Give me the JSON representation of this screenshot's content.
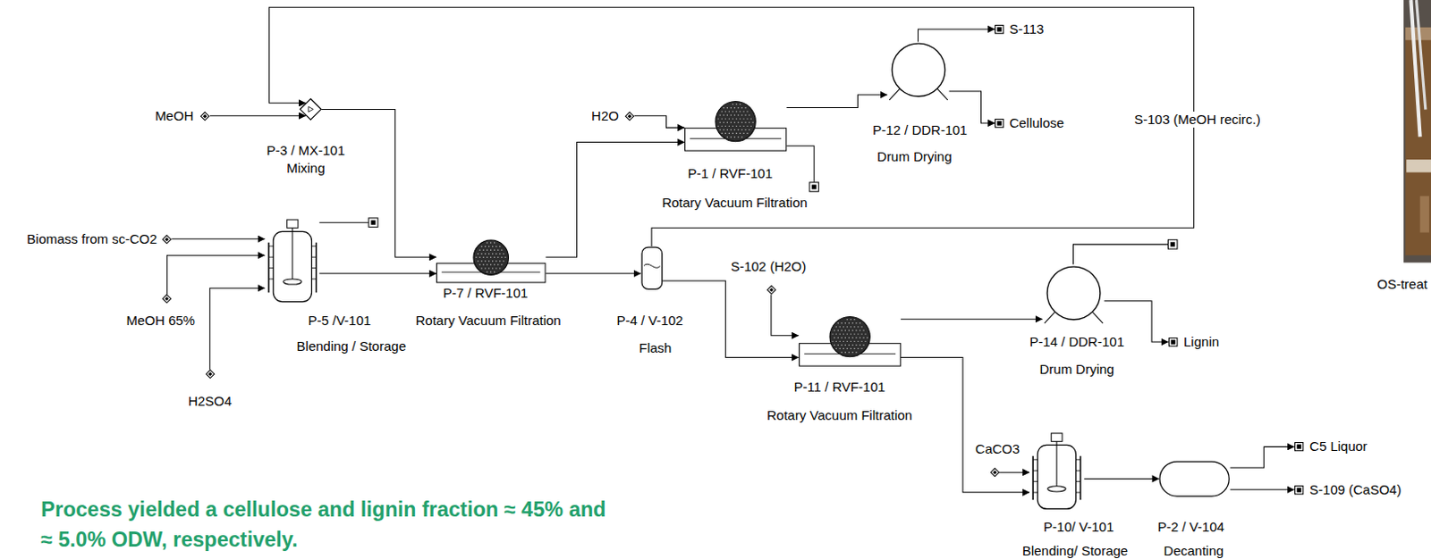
{
  "diagram": {
    "nodes": [
      {
        "text": [
          "MeOH"
        ]
      },
      {
        "text": [
          "P-3 / MX-101",
          "Mixing"
        ]
      },
      {
        "text": [
          "Biomass from sc-CO2"
        ]
      },
      {
        "text": [
          "MeOH 65%"
        ]
      },
      {
        "text": [
          "H2SO4"
        ]
      },
      {
        "text": [
          "P-5 /V-101",
          "Blending / Storage"
        ]
      },
      {
        "text": [
          "P-7 / RVF-101",
          "Rotary Vacuum Filtration"
        ]
      },
      {
        "text": [
          "H2O"
        ]
      },
      {
        "text": [
          "P-1 / RVF-101",
          "Rotary Vacuum Filtration"
        ]
      },
      {
        "text": [
          "P-12 / DDR-101",
          "Drum Drying"
        ]
      },
      {
        "text": [
          "S-113"
        ]
      },
      {
        "text": [
          "Cellulose"
        ]
      },
      {
        "text": [
          "P-4 / V-102",
          "Flash"
        ]
      },
      {
        "text": [
          "S-102 (H2O)"
        ]
      },
      {
        "text": [
          "P-11 / RVF-101",
          "Rotary Vacuum Filtration"
        ]
      },
      {
        "text": [
          "P-14 / DDR-101",
          "Drum Drying"
        ]
      },
      {
        "text": [
          "Lignin"
        ]
      },
      {
        "text": [
          "CaCO3"
        ]
      },
      {
        "text": [
          "P-10/ V-101",
          "Blending/ Storage"
        ]
      },
      {
        "text": [
          "P-2 / V-104",
          "Decanting"
        ]
      },
      {
        "text": [
          "C5 Liquor"
        ]
      },
      {
        "text": [
          "S-109 (CaSO4)"
        ]
      }
    ],
    "edges": [
      {
        "from": 0,
        "to": 1,
        "arrow": "to"
      },
      {
        "from": 12,
        "to": 1,
        "label": "S-103 (MeOH recirc.)",
        "arrow": "to"
      },
      {
        "from": 1,
        "to": 6,
        "arrow": "to"
      },
      {
        "from": 2,
        "to": 5,
        "arrow": "to"
      },
      {
        "from": 3,
        "to": 5,
        "arrow": "to"
      },
      {
        "from": 4,
        "to": 5,
        "arrow": "to"
      },
      {
        "from": 5,
        "to": 6,
        "arrow": "to"
      },
      {
        "from": 6,
        "to": 8,
        "arrow": "to"
      },
      {
        "from": 6,
        "to": 12,
        "arrow": "to"
      },
      {
        "from": 7,
        "to": 8,
        "arrow": "to"
      },
      {
        "from": 8,
        "to": 9,
        "arrow": "to"
      },
      {
        "from": 9,
        "to": 10,
        "arrow": "to"
      },
      {
        "from": 9,
        "to": 11,
        "arrow": "to"
      },
      {
        "from": 12,
        "to": 14,
        "arrow": "to"
      },
      {
        "from": 13,
        "to": 14,
        "arrow": "to"
      },
      {
        "from": 14,
        "to": 15,
        "arrow": "to"
      },
      {
        "from": 15,
        "to": 16,
        "arrow": "to"
      },
      {
        "from": 14,
        "to": 18,
        "arrow": "to"
      },
      {
        "from": 17,
        "to": 18,
        "arrow": "to"
      },
      {
        "from": 18,
        "to": 19,
        "arrow": "to"
      },
      {
        "from": 19,
        "to": 20,
        "arrow": "to"
      },
      {
        "from": 19,
        "to": 21,
        "arrow": "to"
      }
    ],
    "labels": [
      "Process yielded a cellulose and lignin fraction ≈ 45% and ≈ 5.0% ODW, respectively.",
      "OS-treat"
    ]
  }
}
